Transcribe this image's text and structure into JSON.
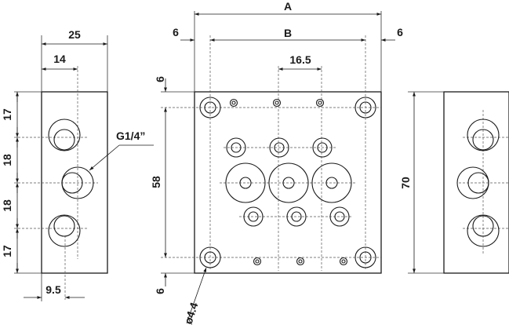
{
  "labels": {
    "a": "A",
    "b": "B",
    "six_left": "6",
    "six_right": "6",
    "six_top": "6",
    "six_bottom": "6",
    "pitch": "16.5",
    "height_58": "58",
    "height_70": "70",
    "width_25": "25",
    "offset_14": "14",
    "offset_9_5": "9.5",
    "pitch_17_top": "17",
    "pitch_18_a": "18",
    "pitch_18_b": "18",
    "pitch_17_bottom": "17",
    "thread": "G1/4”",
    "mount_hole": "ø4.4"
  }
}
